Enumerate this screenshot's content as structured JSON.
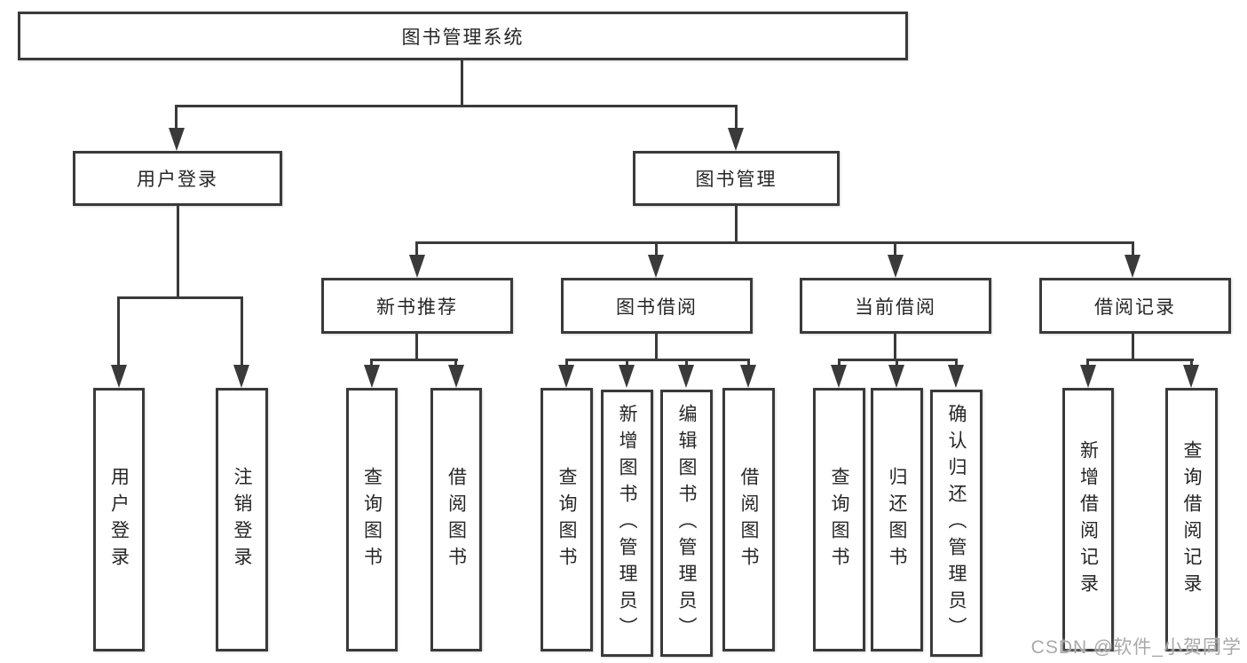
{
  "tree": {
    "root": {
      "label": "图书管理系统"
    },
    "branches": [
      {
        "label": "用户登录",
        "children": [
          "用户登录",
          "注销登录"
        ]
      },
      {
        "label": "图书管理",
        "sections": [
          {
            "label": "新书推荐",
            "children": [
              "查询图书",
              "借阅图书"
            ]
          },
          {
            "label": "图书借阅",
            "children": [
              "查询图书",
              "新增图书（管理员）",
              "编辑图书（管理员）",
              "借阅图书"
            ]
          },
          {
            "label": "当前借阅",
            "children": [
              "查询图书",
              "归还图书",
              "确认归还（管理员）"
            ]
          },
          {
            "label": "借阅记录",
            "children": [
              "新增借阅记录",
              "查询借阅记录"
            ]
          }
        ]
      }
    ]
  },
  "watermark": {
    "text": "CSDN @软件_小贺同学",
    "color": "#a9a9a9"
  },
  "colors": {
    "line": "#3a3a3a",
    "border": "#3a3a3a",
    "text": "#262626",
    "background": "#ffffff"
  }
}
